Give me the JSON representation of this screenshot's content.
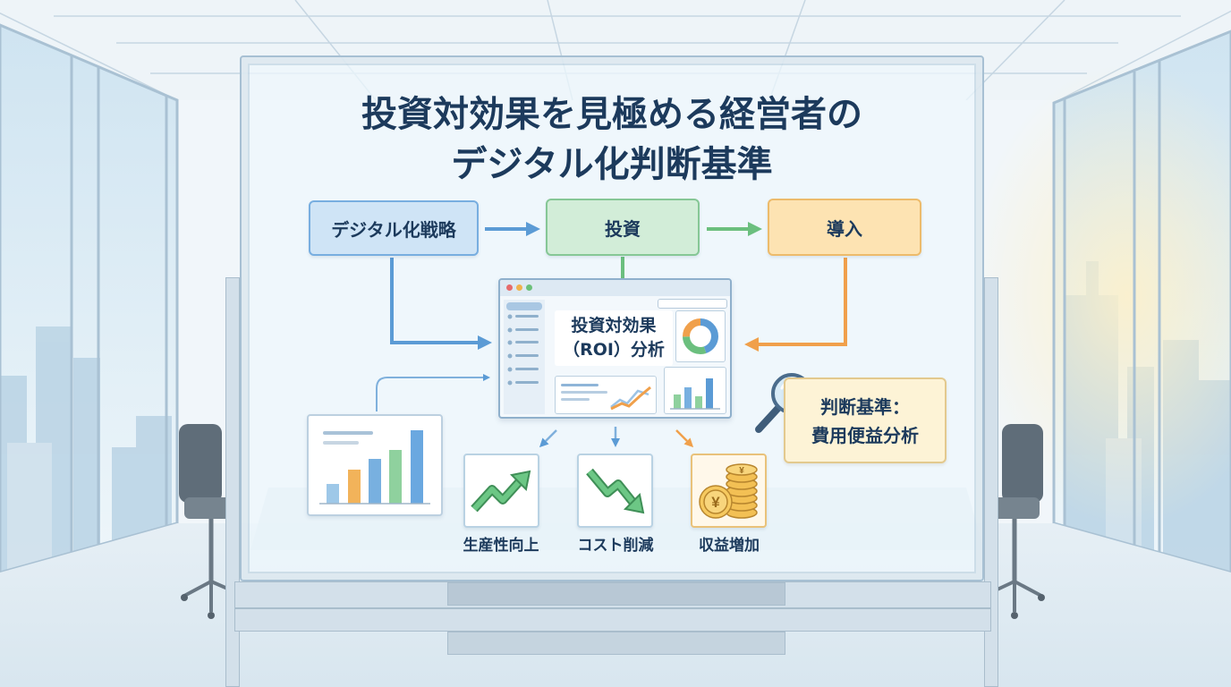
{
  "title": {
    "line1": "投資対効果を見極める経営者の",
    "line2": "デジタル化判断基準"
  },
  "flow": {
    "strategy": "デジタル化戦略",
    "investment": "投資",
    "adoption": "導入"
  },
  "dashboard": {
    "roi_line1": "投資対効果",
    "roi_line2": "（ROI）分析"
  },
  "criteria": {
    "line1": "判断基準：",
    "line2": "費用便益分析"
  },
  "outcomes": [
    {
      "label": "生産性向上",
      "icon": "trend-up-arrow-icon"
    },
    {
      "label": "コスト削減",
      "icon": "trend-down-arrow-icon"
    },
    {
      "label": "収益増加",
      "icon": "yen-coins-icon"
    }
  ],
  "icons": {
    "coin_symbol": "¥",
    "magnifier": "magnifying-glass-icon",
    "left_card": "bar-chart-icon",
    "donut": "donut-chart-icon"
  },
  "colors": {
    "title": "#1c3a5c",
    "blue": "#5b9bd5",
    "green": "#6bbf7e",
    "orange": "#f0a04b",
    "strategy_bg": "#cfe4f6",
    "investment_bg": "#d2edd8",
    "adoption_bg": "#fde3b2",
    "criteria_bg": "#fdf3d6"
  }
}
